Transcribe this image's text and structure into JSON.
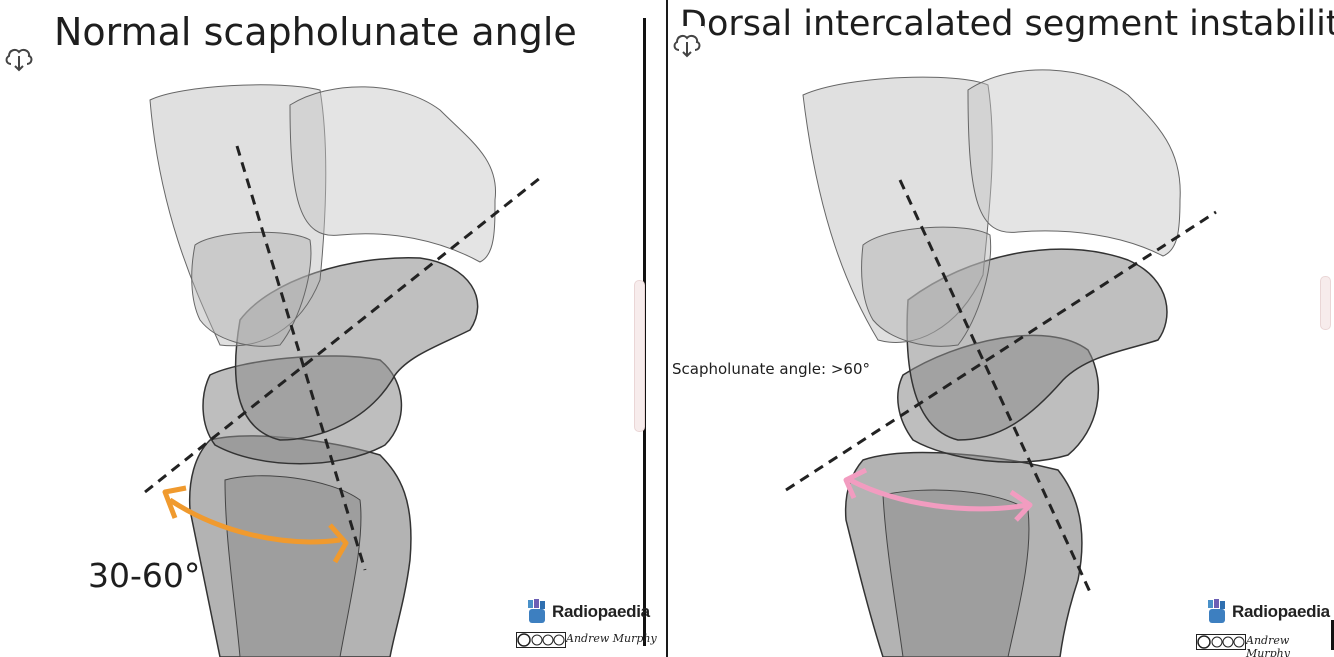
{
  "left_panel": {
    "title": "Normal scapholunate angle",
    "angle_label": "30-60°",
    "arrow_color": "#f09a2e",
    "download_icon": "cloud-download-icon"
  },
  "right_panel": {
    "title": "Dorsal intercalated segment instability",
    "angle_label": "Scapholunate angle: >60°",
    "arrow_color": "#f29cc0",
    "download_icon": "cloud-download-icon"
  },
  "branding": {
    "name": "Radiopaedia",
    "author": "Andrew Murphy",
    "license_icon": "creative-commons-by-nc-sa-icon",
    "logo_icon": "radiopaedia-logo-icon"
  }
}
